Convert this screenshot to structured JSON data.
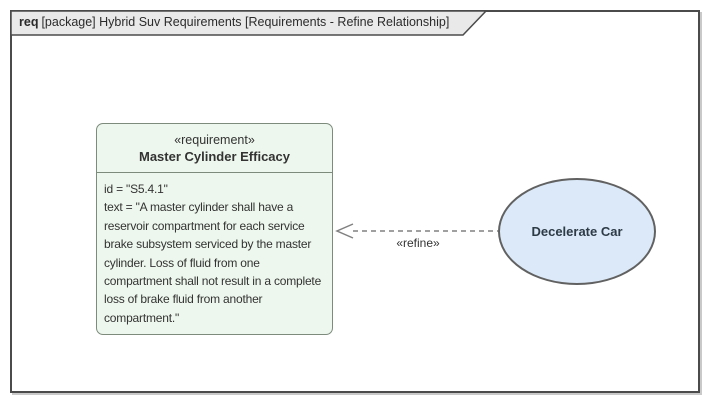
{
  "diagram": {
    "frame_tab": {
      "keyword": "req",
      "title": "[package] Hybrid Suv Requirements [Requirements - Refine Relationship]"
    }
  },
  "requirement_node": {
    "stereotype": "«requirement»",
    "name": "Master Cylinder Efficacy",
    "body": "id = \"S5.4.1\"\ntext = \"A master cylinder shall have a\nreservoir compartment for each service\nbrake subsystem serviced by the master\ncylinder. Loss of fluid from one\ncompartment shall not result in a complete\nloss of brake fluid from another\ncompartment.\""
  },
  "usecase_node": {
    "name": "Decelerate Car"
  },
  "connector": {
    "stereotype": "«refine»"
  },
  "colors": {
    "text": "#333333",
    "frame_border": "#4b4b4b",
    "frame_tab_fill": "#e9e9e9",
    "requirement_fill": "#edf7ed",
    "requirement_border": "#7d8b7d",
    "usecase_fill": "#dbe9f8",
    "usecase_border": "#616161",
    "connector": "#808080"
  }
}
